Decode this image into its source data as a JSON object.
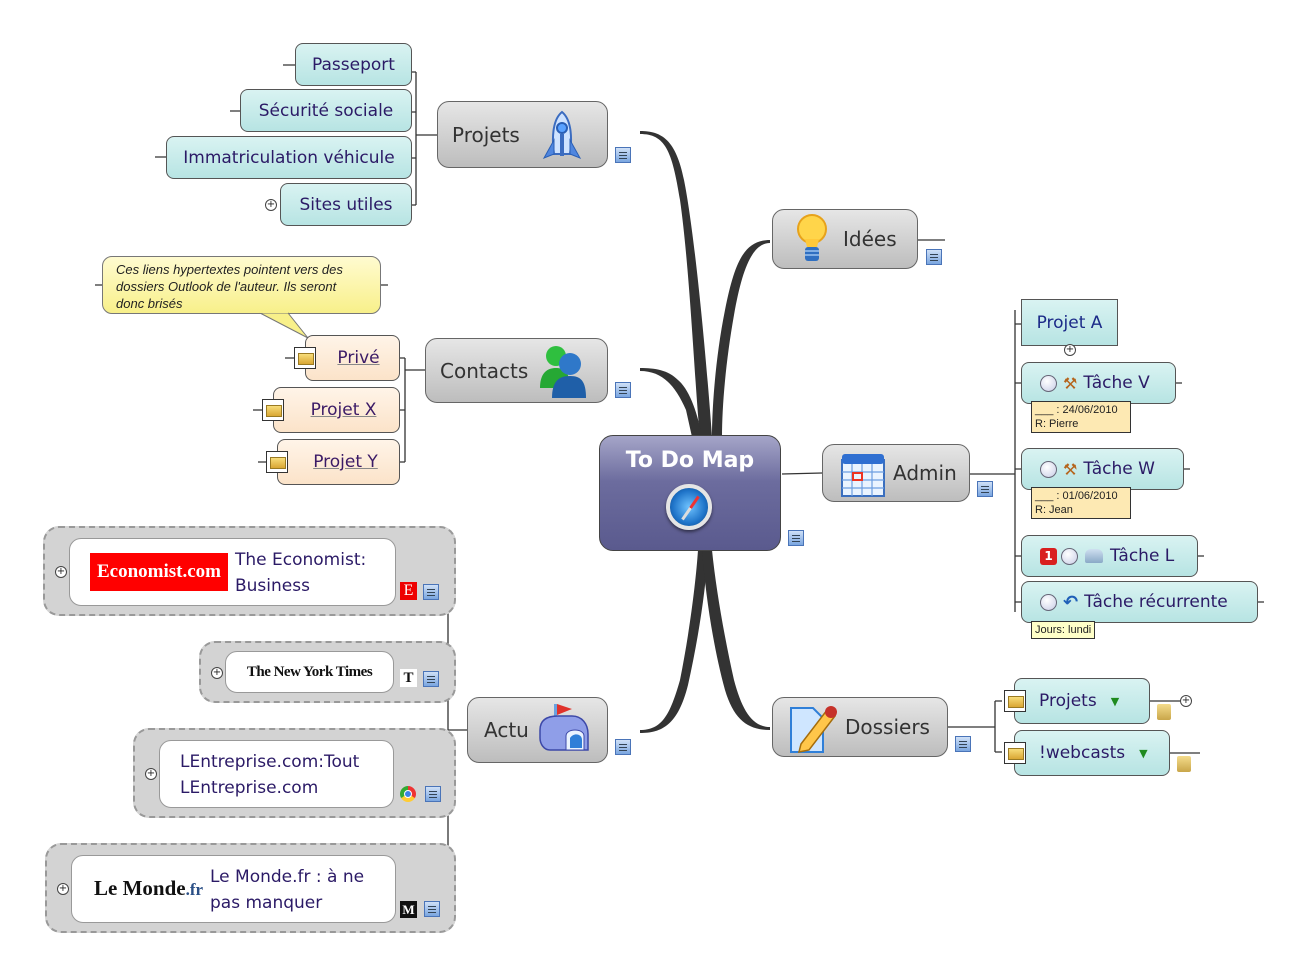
{
  "map": {
    "central_topic": "To Do Map",
    "central_icon": "safari-compass-icon",
    "colors": {
      "central_fill": "#5f5f93",
      "main_topic_fill": "#c8c8c8",
      "subtopic_fill": "#c6ecea",
      "contact_fill": "#fcebd6",
      "callout_fill": "#faf3a0",
      "task_note_fill": "#fde9b3",
      "text_dark": "#2b1a66",
      "connector": "#333333"
    }
  },
  "branches": {
    "projets": {
      "label": "Projets",
      "icon": "rocket-icon",
      "children": [
        "Passeport",
        "Sécurité sociale",
        "Immatriculation véhicule",
        "Sites utiles"
      ]
    },
    "contacts": {
      "label": "Contacts",
      "icon": "users-icon",
      "callout": "Ces liens hypertextes pointent vers des dossiers Outlook de l'auteur. Ils seront donc brisés",
      "children": [
        "Privé",
        "Projet X",
        "Projet Y"
      ]
    },
    "idees": {
      "label": "Idées",
      "icon": "lightbulb-icon"
    },
    "admin": {
      "label": "Admin",
      "icon": "calendar-icon",
      "project": "Projet A",
      "tasks": [
        {
          "label": "Tâche V",
          "icon": "gavel-icon",
          "note_line1": "___ : 24/06/2010",
          "note_line2": "R: Pierre"
        },
        {
          "label": "Tâche W",
          "icon": "gavel-icon",
          "note_line1": "___ : 01/06/2010",
          "note_line2": "R: Jean"
        },
        {
          "label": "Tâche L",
          "icon": "mailbox-icon",
          "priority": "1"
        },
        {
          "label": "Tâche récurrente",
          "icon": "recurrence-arrow-icon",
          "note_line1": "Jours: lundi"
        }
      ]
    },
    "dossiers": {
      "label": "Dossiers",
      "icon": "document-pencil-icon",
      "children": [
        "Projets",
        "!webcasts"
      ]
    },
    "actu": {
      "label": "Actu",
      "icon": "mailbox-flag-icon",
      "news": [
        {
          "logo": "Economist.com",
          "title_line1": "The Economist:",
          "title_line2": "Business",
          "badge": "E"
        },
        {
          "logo": "The New York Times",
          "badge": "T"
        },
        {
          "title_line1": "LEntreprise.com:Tout",
          "title_line2": "LEntreprise.com",
          "badge": "chrome"
        },
        {
          "logo_main": "Le Monde",
          "logo_suffix": ".fr",
          "title_line1": "Le Monde.fr : à ne",
          "title_line2": "pas manquer",
          "badge": "M"
        }
      ]
    }
  }
}
